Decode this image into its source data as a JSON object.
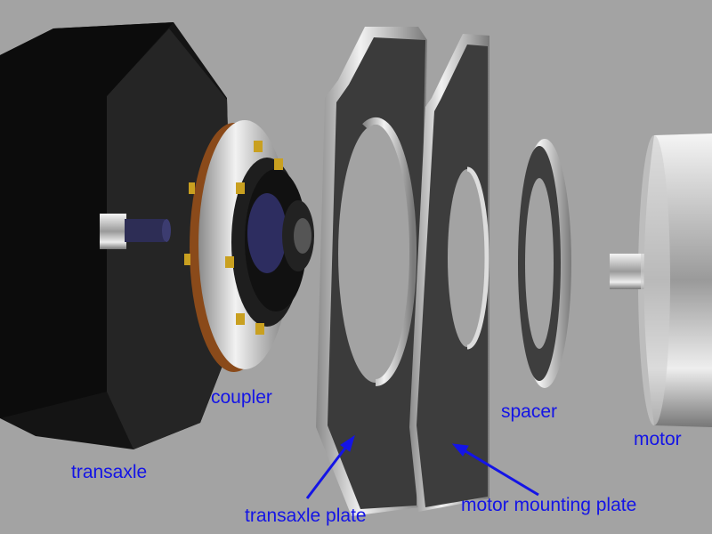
{
  "labels": {
    "transaxle": "transaxle",
    "coupler": "coupler",
    "transaxle_plate": "transaxle plate",
    "spacer": "spacer",
    "motor": "motor",
    "motor_mounting_plate": "motor mounting plate"
  },
  "colors": {
    "background": "#a3a3a3",
    "label": "#1414e6",
    "plate_face": "#3b3b3b",
    "metal": "#d0d0d0",
    "bolt": "#c9a020"
  }
}
